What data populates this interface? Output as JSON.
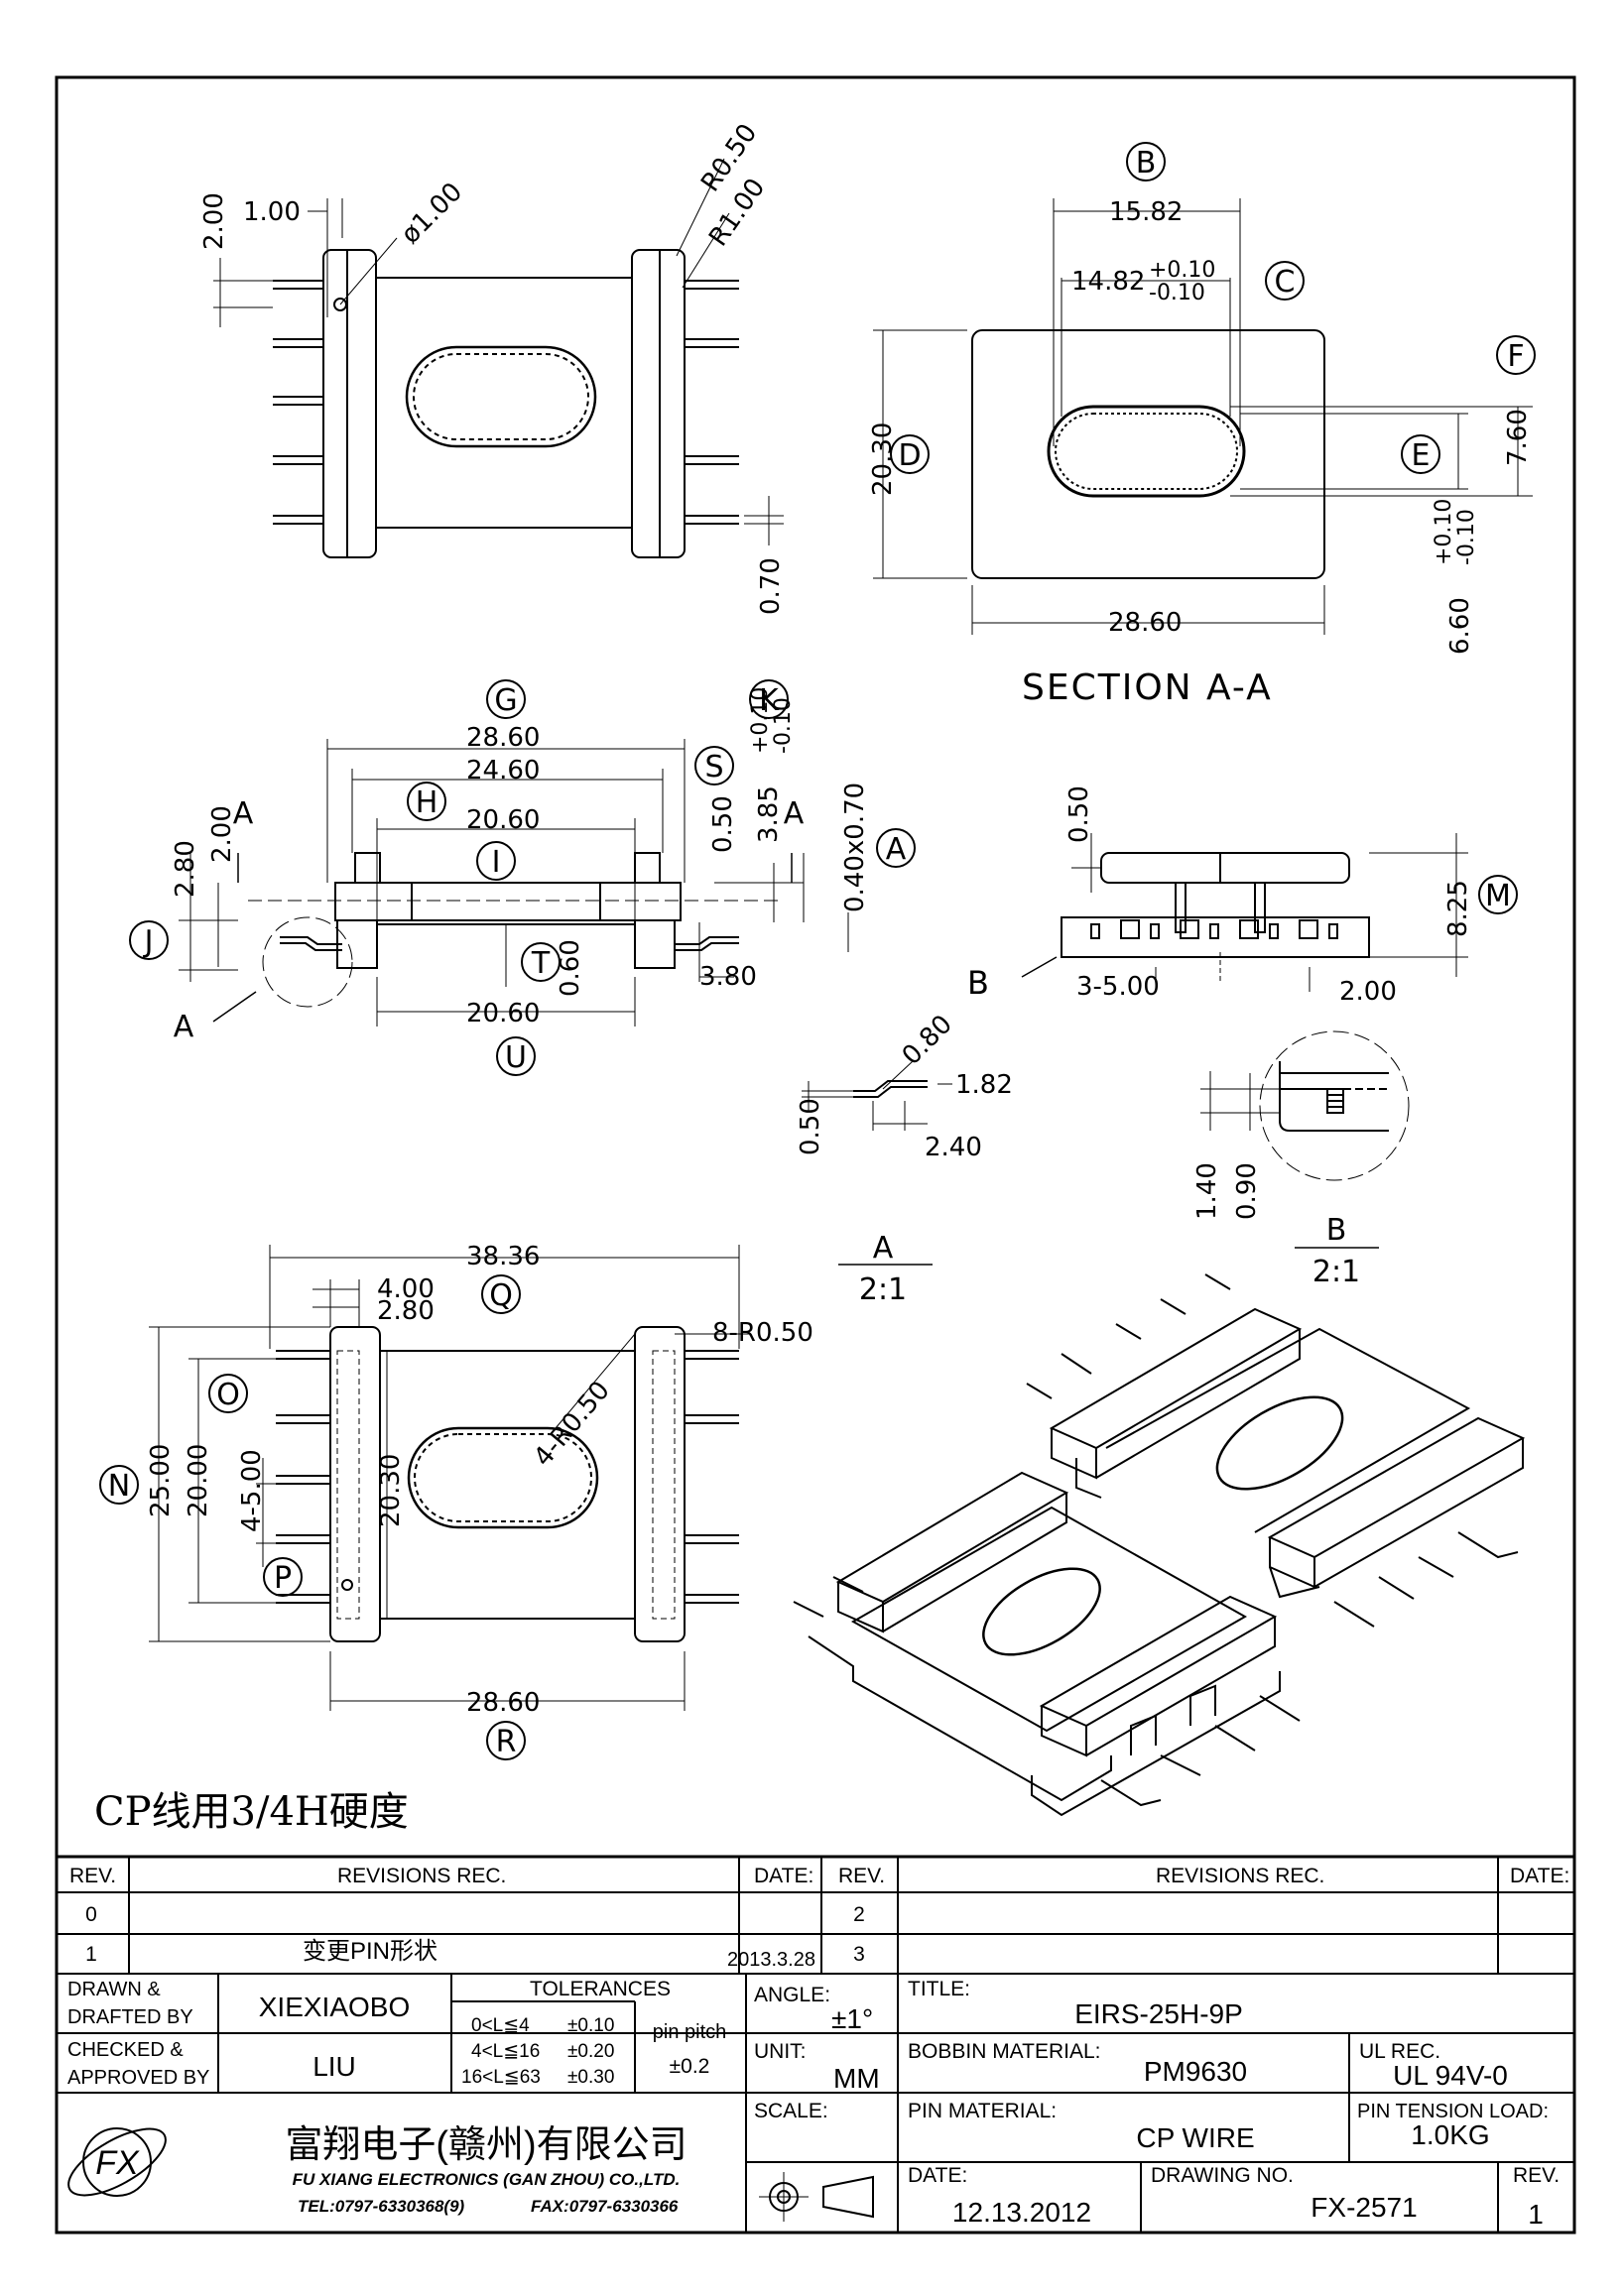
{
  "note": "CP线用3/4H硬度",
  "section_label": "SECTION A-A",
  "views": {
    "top": {
      "dims": [
        "1.00",
        "2.00",
        "ø1.00",
        "R0.50",
        "R1.00",
        "0.70"
      ]
    },
    "section": {
      "dims": [
        "15.82",
        "14.82",
        "+0.10",
        "-0.10",
        "20.30",
        "28.60",
        "7.60",
        "6.60",
        "+0.10",
        "-0.10"
      ],
      "callouts": [
        "B",
        "C",
        "D",
        "E",
        "F"
      ]
    },
    "front": {
      "dims": [
        "28.60",
        "24.60",
        "20.60",
        "2.80",
        "2.00",
        "0.50",
        "3.85",
        "+0.10",
        "-0.10",
        "0.40x0.70",
        "0.60",
        "3.80",
        "20.60"
      ],
      "callouts": [
        "G",
        "H",
        "I",
        "J",
        "K",
        "S",
        "A",
        "T",
        "U"
      ],
      "markers": [
        "A",
        "A",
        "A"
      ]
    },
    "side": {
      "dims": [
        "0.50",
        "8.25",
        "3-5.00",
        "2.00"
      ],
      "callouts": [
        "M"
      ],
      "markers": [
        "B"
      ]
    },
    "pin_detail": {
      "dims": [
        "0.80",
        "1.82",
        "0.50",
        "2.40"
      ],
      "scale_label": "A",
      "scale_value": "2:1"
    },
    "b_detail": {
      "dims": [
        "1.40",
        "0.90"
      ],
      "scale_label": "B",
      "scale_value": "2:1"
    },
    "bottom": {
      "dims": [
        "38.36",
        "4.00",
        "2.80",
        "8-R0.50",
        "25.00",
        "20.00",
        "4-5.00",
        "20.30",
        "4-R0.50",
        "28.60"
      ],
      "callouts": [
        "Q",
        "O",
        "N",
        "P",
        "R"
      ]
    }
  },
  "title_block": {
    "headers": {
      "rev": "REV.",
      "revisions": "REVISIONS   REC.",
      "date": "DATE:"
    },
    "revisions_left": [
      {
        "rev": "0",
        "text": "",
        "date": ""
      },
      {
        "rev": "1",
        "text": "变更PIN形状",
        "date": "2013.3.28"
      }
    ],
    "revisions_right": [
      {
        "rev": "2",
        "text": "",
        "date": ""
      },
      {
        "rev": "3",
        "text": "",
        "date": ""
      }
    ],
    "drawn_label": [
      "DRAWN &",
      "DRAFTED  BY"
    ],
    "drawn_by": "XIEXIAOBO",
    "checked_label": [
      "CHECKED &",
      "APPROVED BY"
    ],
    "checked_by": "LIU",
    "tolerances": {
      "title": "TOLERANCES",
      "rows": [
        {
          "range": "0<L≦4",
          "tol": "±0.10"
        },
        {
          "range": "4<L≦16",
          "tol": "±0.20"
        },
        {
          "range": "16<L≦63",
          "tol": "±0.30"
        }
      ],
      "pin_pitch_label": "pin pitch",
      "pin_pitch": "±0.2"
    },
    "angle_label": "ANGLE:",
    "angle": "±1°",
    "unit_label": "UNIT:",
    "unit": "MM",
    "scale_label": "SCALE:",
    "title_label": "TITLE:",
    "title": "EIRS-25H-9P",
    "bobbin_material_label": "BOBBIN  MATERIAL:",
    "bobbin_material": "PM9630",
    "ul_rec_label": "UL  REC.",
    "ul_rec": "UL  94V-0",
    "pin_material_label": "PIN  MATERIAL:",
    "pin_material": "CP  WIRE",
    "pin_tension_label": "PIN  TENSION  LOAD:",
    "pin_tension": "1.0KG",
    "date_label": "DATE:",
    "date": "12.13.2012",
    "drawing_no_label": "DRAWING  NO.",
    "drawing_no": "FX-2571",
    "rev_label": "REV.",
    "rev": "1",
    "company_cn": "富翔电子(赣州)有限公司",
    "company_en": "FU XIANG ELECTRONICS (GAN ZHOU) CO.,LTD.",
    "tel": "TEL:0797-6330368(9)",
    "fax": "FAX:0797-6330366",
    "logo_text": "FX"
  }
}
